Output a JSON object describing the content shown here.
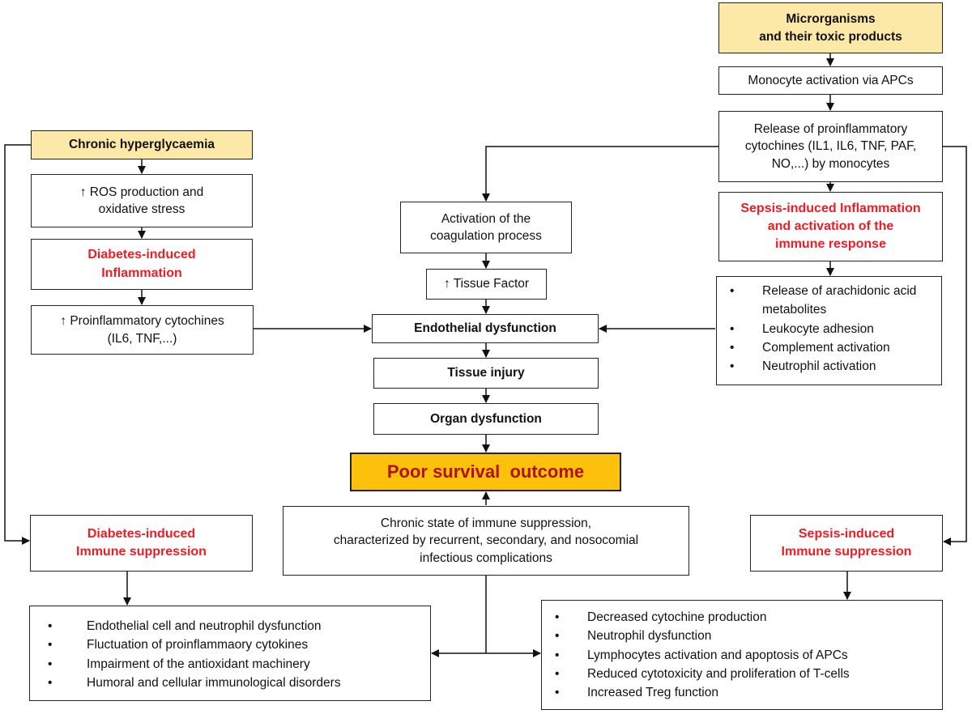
{
  "right_top": {
    "microorganisms": [
      "Microrganisms",
      "and their toxic products"
    ],
    "monocyte": "Monocyte activation via APCs",
    "release": [
      "Release of proinflammatory",
      "cytochines (IL1, IL6, TNF, PAF,",
      "NO,...) by monocytes"
    ],
    "sepsis_inflammation": [
      "Sepsis-induced Inflammation",
      "and activation of the",
      "immune response"
    ],
    "effects": [
      "Release of arachidonic acid metabolites",
      "Leukocyte adhesion",
      "Complement activation",
      "Neutrophil activation"
    ]
  },
  "left_top": {
    "hyperglycaemia": "Chronic hyperglycaemia",
    "ros": [
      "ROS production and",
      "oxidative stress"
    ],
    "diabetes_inflammation": [
      "Diabetes-induced",
      "Inflammation"
    ],
    "proinflammatory": [
      "Proinflammatory cytochines",
      "(IL6, TNF,...)"
    ]
  },
  "center": {
    "coagulation": [
      "Activation of the",
      "coagulation process"
    ],
    "tissue_factor": "Tissue Factor",
    "endothelial": "Endothelial dysfunction",
    "tissue_injury": "Tissue injury",
    "organ_dysfunction": "Organ dysfunction",
    "outcome": "Poor survival  outcome",
    "chronic_state": [
      "Chronic state of immune suppression,",
      "characterized by recurrent, secondary, and nosocomial",
      "infectious complications"
    ]
  },
  "bottom_left": {
    "title": [
      "Diabetes-induced",
      "Immune suppression"
    ],
    "items": [
      "Endothelial cell and neutrophil dysfunction",
      "Fluctuation of proinflammaory cytokines",
      "Impairment of the antioxidant machinery",
      "Humoral and cellular immunological disorders"
    ]
  },
  "bottom_right": {
    "title": [
      "Sepsis-induced",
      "Immune suppression"
    ],
    "items": [
      "Decreased cytochine production",
      "Neutrophil dysfunction",
      "Lymphocytes activation and apoptosis of APCs",
      "Reduced cytotoxicity and proliferation of T-cells",
      "Increased Treg function"
    ]
  },
  "symbols": {
    "up_arrow": "↑",
    "bullet": "•"
  },
  "colors": {
    "yellow_box": "#fde9a7",
    "outcome_box": "#fdc10c",
    "red_text": "#ee1c24",
    "outcome_text": "#b0120a"
  }
}
